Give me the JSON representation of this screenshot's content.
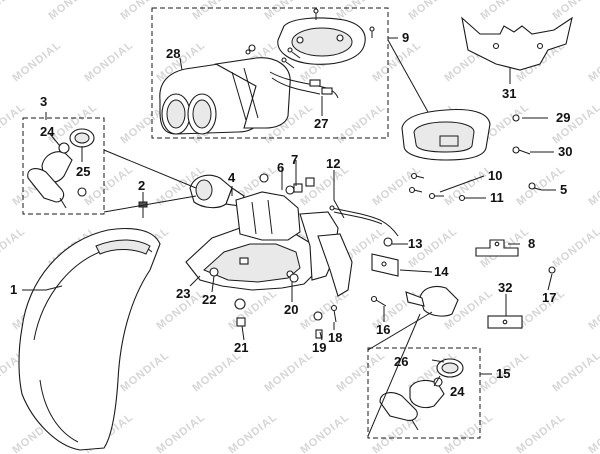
{
  "watermark": "MONDIAL",
  "callouts": [
    {
      "id": "c1",
      "label": "1"
    },
    {
      "id": "c2",
      "label": "2"
    },
    {
      "id": "c3",
      "label": "3"
    },
    {
      "id": "c4",
      "label": "4"
    },
    {
      "id": "c5",
      "label": "5"
    },
    {
      "id": "c6",
      "label": "6"
    },
    {
      "id": "c7",
      "label": "7"
    },
    {
      "id": "c8",
      "label": "8"
    },
    {
      "id": "c9",
      "label": "9"
    },
    {
      "id": "c10",
      "label": "10"
    },
    {
      "id": "c11",
      "label": "11"
    },
    {
      "id": "c12",
      "label": "12"
    },
    {
      "id": "c13",
      "label": "13"
    },
    {
      "id": "c14",
      "label": "14"
    },
    {
      "id": "c15",
      "label": "15"
    },
    {
      "id": "c16",
      "label": "16"
    },
    {
      "id": "c17",
      "label": "17"
    },
    {
      "id": "c18",
      "label": "18"
    },
    {
      "id": "c19",
      "label": "19"
    },
    {
      "id": "c20",
      "label": "20"
    },
    {
      "id": "c21",
      "label": "21"
    },
    {
      "id": "c22",
      "label": "22"
    },
    {
      "id": "c23",
      "label": "23"
    },
    {
      "id": "c24a",
      "label": "24"
    },
    {
      "id": "c24b",
      "label": "24"
    },
    {
      "id": "c25",
      "label": "25"
    },
    {
      "id": "c26",
      "label": "26"
    },
    {
      "id": "c27",
      "label": "27"
    },
    {
      "id": "c28",
      "label": "28"
    },
    {
      "id": "c29",
      "label": "29"
    },
    {
      "id": "c30",
      "label": "30"
    },
    {
      "id": "c31",
      "label": "31"
    },
    {
      "id": "c32",
      "label": "32"
    }
  ]
}
